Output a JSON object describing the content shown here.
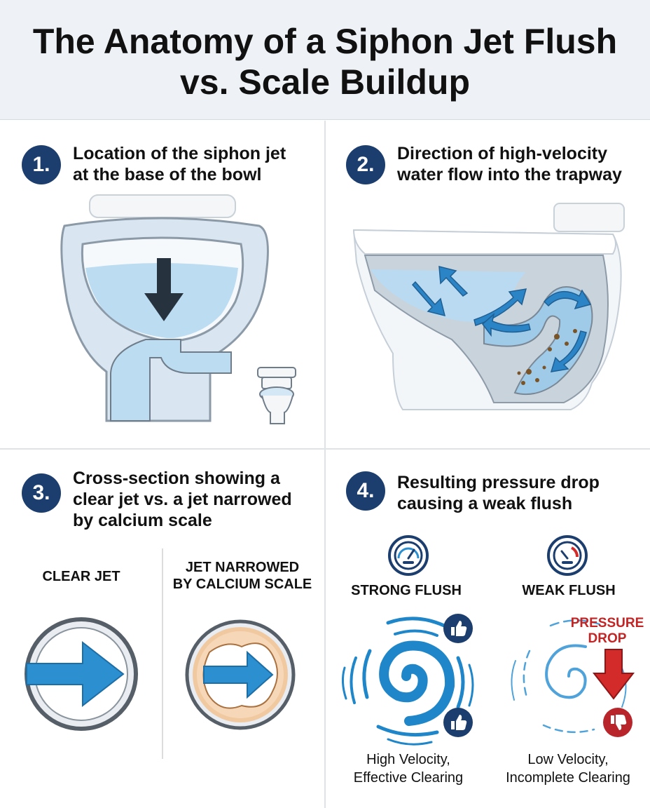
{
  "title": {
    "line1": "The Anatomy of a Siphon Jet Flush",
    "line2": "vs. Scale Buildup"
  },
  "steps": [
    {
      "number": "1.",
      "lines": [
        "Location of the siphon jet",
        "at the base of the bowl"
      ]
    },
    {
      "number": "2.",
      "lines": [
        "Direction of high-velocity",
        "water flow into the trapway"
      ]
    },
    {
      "number": "3.",
      "lines": [
        "Cross-section showing a",
        "clear jet vs. a jet narrowed",
        "by calcium scale"
      ]
    },
    {
      "number": "4.",
      "lines": [
        "Resulting pressure drop",
        "causing a weak flush"
      ]
    }
  ],
  "cross_section": {
    "clear_label": "CLEAR JET",
    "scaled_label": [
      "JET NARROWED",
      "BY CALCIUM SCALE"
    ]
  },
  "flush": {
    "strong_label": "STRONG FLUSH",
    "weak_label": "WEAK FLUSH",
    "pressure_drop": [
      "PRESSURE",
      "DROP"
    ],
    "strong_caption": [
      "High Velocity,",
      "Effective Clearing"
    ],
    "weak_caption": [
      "Low Velocity,",
      "Incomplete Clearing"
    ]
  },
  "icons": {
    "strong": [
      "gauge-icon",
      "thumbs-up-icon"
    ],
    "weak": [
      "gauge-icon",
      "thumbs-down-icon"
    ]
  },
  "colors": {
    "badge": "#1c3e6e",
    "water": "#bcdcf2",
    "jet_arrow": "#2b8fd0",
    "swirl": "#1e86c9",
    "pressure_drop": "#d32a2a",
    "scale": "#e9a869"
  }
}
